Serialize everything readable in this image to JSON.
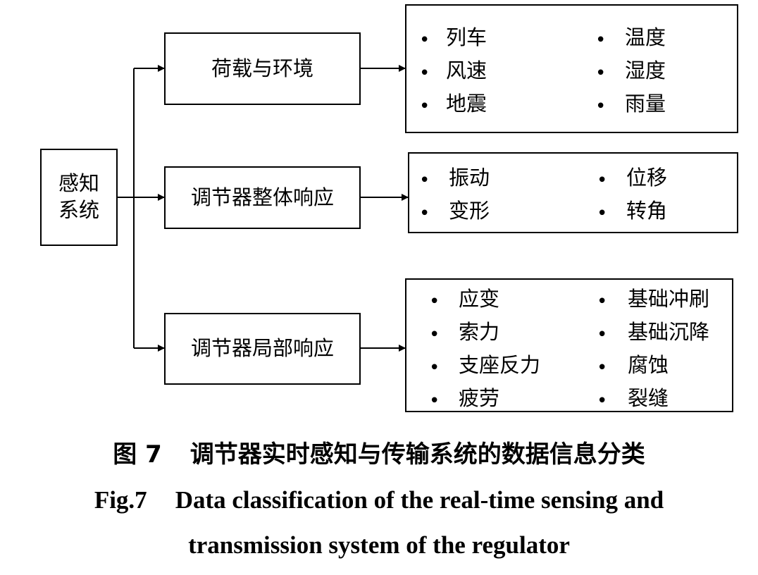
{
  "root": {
    "label_line1": "感知",
    "label_line2": "系统"
  },
  "categories": [
    {
      "label": "荷载与环境",
      "items_left": [
        "列车",
        "风速",
        "地震"
      ],
      "items_right": [
        "温度",
        "湿度",
        "雨量"
      ]
    },
    {
      "label": "调节器整体响应",
      "items_left": [
        "振动",
        "变形"
      ],
      "items_right": [
        "位移",
        "转角"
      ]
    },
    {
      "label": "调节器局部响应",
      "items_left": [
        "应变",
        "索力",
        "支座反力",
        "疲劳"
      ],
      "items_right": [
        "基础冲刷",
        "基础沉降",
        "腐蚀",
        "裂缝"
      ]
    }
  ],
  "bullet": "•",
  "caption": {
    "cn_number": "图 7",
    "cn_text": "调节器实时感知与传输系统的数据信息分类",
    "en_number": "Fig.7",
    "en_line1": "Data classification of the real-time sensing and",
    "en_line2": "transmission system of the regulator"
  }
}
